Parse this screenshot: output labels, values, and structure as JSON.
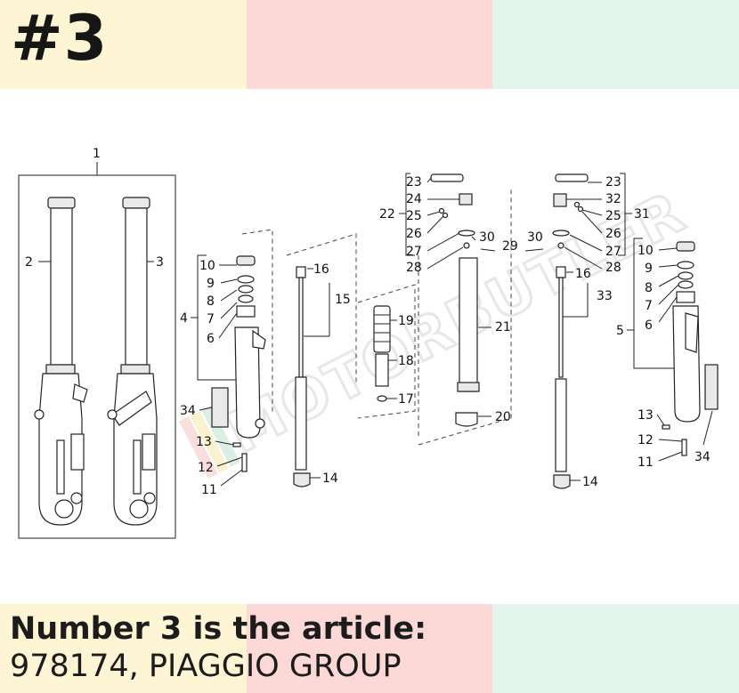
{
  "header": {
    "badge": "#3"
  },
  "watermark": {
    "text": "MOTORBUTLER"
  },
  "diagram": {
    "callouts": {
      "c1": "1",
      "c2": "2",
      "c3": "3",
      "c4": "4",
      "c5": "5",
      "c6a": "6",
      "c6b": "6",
      "c7a": "7",
      "c7b": "7",
      "c8a": "8",
      "c8b": "8",
      "c9a": "9",
      "c9b": "9",
      "c10a": "10",
      "c10b": "10",
      "c11a": "11",
      "c11b": "11",
      "c12a": "12",
      "c12b": "12",
      "c13a": "13",
      "c13b": "13",
      "c14a": "14",
      "c14b": "14",
      "c15": "15",
      "c16a": "16",
      "c16b": "16",
      "c17": "17",
      "c18": "18",
      "c19": "19",
      "c20": "20",
      "c21": "21",
      "c22": "22",
      "c23a": "23",
      "c23b": "23",
      "c24": "24",
      "c25a": "25",
      "c25b": "25",
      "c26a": "26",
      "c26b": "26",
      "c27a": "27",
      "c27b": "27",
      "c28a": "28",
      "c28b": "28",
      "c29": "29",
      "c30a": "30",
      "c30b": "30",
      "c31": "31",
      "c32": "32",
      "c33": "33",
      "c34a": "34",
      "c34b": "34"
    }
  },
  "caption": {
    "line1": "Number 3 is the article:",
    "line2": "978174, PIAGGIO GROUP"
  },
  "colors": {
    "band_yellow": "#fdf5d3",
    "band_pink": "#fcd8d6",
    "band_green": "#e2f4ec",
    "text_dark": "#1c1c1c"
  }
}
